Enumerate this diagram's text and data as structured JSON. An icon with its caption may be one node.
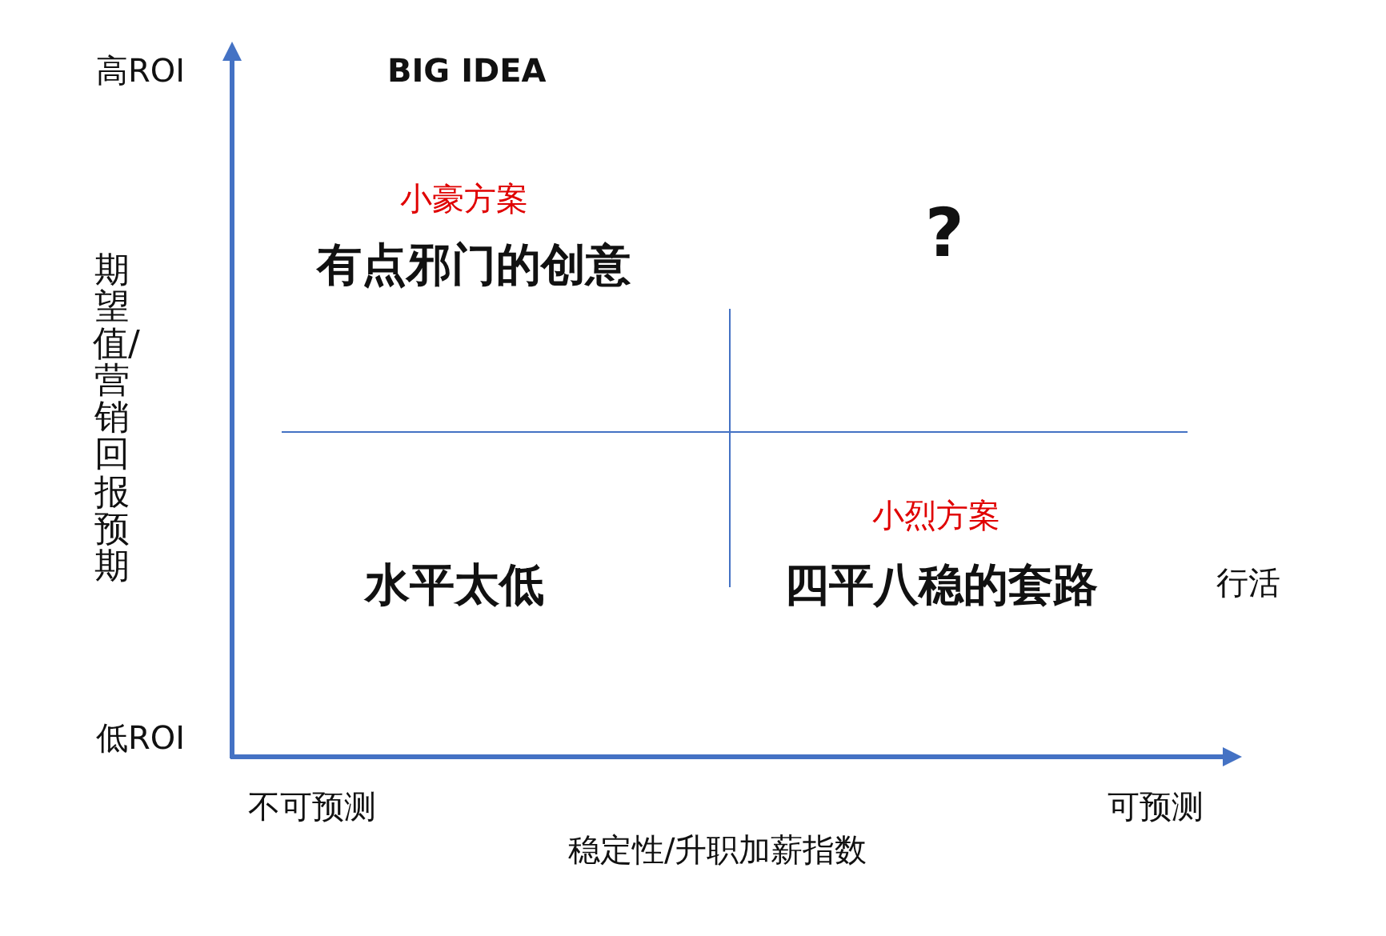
{
  "diagram": {
    "labels": [
      "高ROI",
      "BIG IDEA",
      "小豪方案",
      "有点邪门的创意",
      "?",
      "期望值/营销回报预期",
      "小烈方案",
      "水平太低",
      "四平八稳的套路",
      "行活",
      "低ROI",
      "不可预测",
      "可预测",
      "稳定性/升职加薪指数"
    ]
  }
}
